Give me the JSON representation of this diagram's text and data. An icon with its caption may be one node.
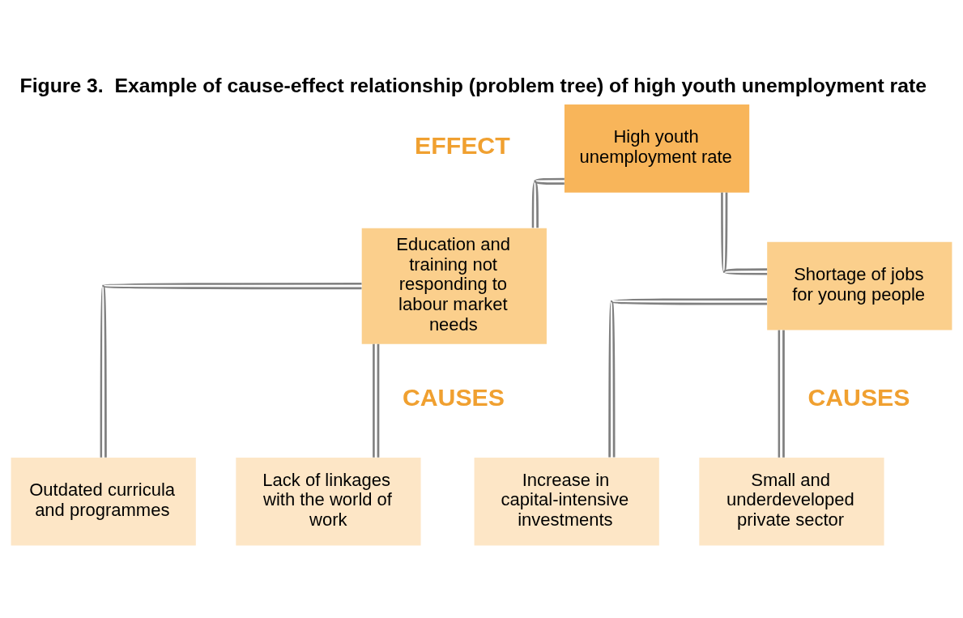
{
  "diagram": {
    "title": "Figure 3.  Example of cause-effect relationship (problem tree) of high youth unemployment rate",
    "nodes": [
      {
        "text": [
          "High youth unemployment rate"
        ]
      },
      {
        "text": [
          "Education and training not responding to labour market needs"
        ]
      },
      {
        "text": [
          "Shortage of jobs for young people"
        ]
      },
      {
        "text": [
          "Outdated curricula and programmes"
        ]
      },
      {
        "text": [
          "Lack of linkages with the world of work"
        ]
      },
      {
        "text": [
          "Increase in capital-intensive investments"
        ]
      },
      {
        "text": [
          "Small and underdeveloped private sector"
        ]
      }
    ],
    "edges": [
      {
        "from": 0,
        "to": 1,
        "arrow": "none"
      },
      {
        "from": 0,
        "to": 2,
        "arrow": "none"
      },
      {
        "from": 1,
        "to": 3,
        "arrow": "none"
      },
      {
        "from": 1,
        "to": 4,
        "arrow": "none"
      },
      {
        "from": 2,
        "to": 5,
        "arrow": "none"
      },
      {
        "from": 2,
        "to": 6,
        "arrow": "none"
      }
    ],
    "labels": [
      "EFFECT",
      "CAUSES",
      "CAUSES"
    ]
  }
}
